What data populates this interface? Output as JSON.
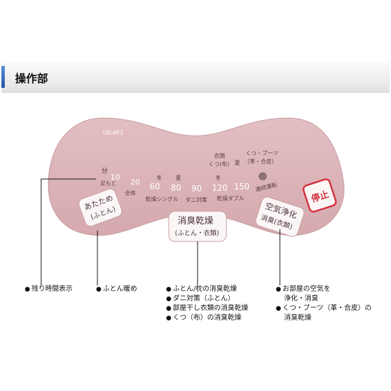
{
  "header": {
    "title": "操作部"
  },
  "panel": {
    "model": "UD-AF1",
    "timer": {
      "unit": "分",
      "values_top": [
        "10",
        "20"
      ],
      "foot_label": "足もと",
      "whole_label": "全体"
    },
    "dry": {
      "winter_label": "冬",
      "summer_label": "夏",
      "clothes_label": "衣類",
      "shoes_cloth_label": "くつ(布)",
      "winter_label2": "冬",
      "summer_label2": "夏",
      "values": [
        "60",
        "80",
        "90",
        "120",
        "150"
      ],
      "single_label": "乾燥シングル",
      "mite_label": "ダニ対策",
      "double_label": "乾燥ダブル"
    },
    "shoes_boots_label": "くつ・ブーツ",
    "leather_label": "（革・合皮）",
    "continuous_label": "連続運転",
    "stop_button": "停止",
    "warm_button": {
      "line1": "あたため",
      "line2": "(ふとん)"
    },
    "deodorize_button": {
      "line1": "消臭乾燥",
      "line2": "(ふとん・衣類)"
    },
    "air_button": {
      "line1": "空気浄化",
      "line2": "消臭(衣類)"
    },
    "colors": {
      "panel_fill": "#d9b1b6",
      "panel_stroke": "#b78d93",
      "button_fill": "#fbf6f6",
      "stop_red": "#d6303c"
    }
  },
  "callouts": {
    "remaining_time": [
      "残り時間表示"
    ],
    "futon_warm": [
      "ふとん暖め"
    ],
    "deodorize": [
      "ふとん/枕の消臭乾燥",
      "ダニ対策（ふとん）",
      "部屋干し衣類の消臭乾燥",
      "くつ（布）の消臭乾燥"
    ],
    "air": [
      "お部屋の空気を",
      "浄化・消臭",
      "くつ・ブーツ（革・合皮）の",
      "消臭乾燥"
    ]
  }
}
